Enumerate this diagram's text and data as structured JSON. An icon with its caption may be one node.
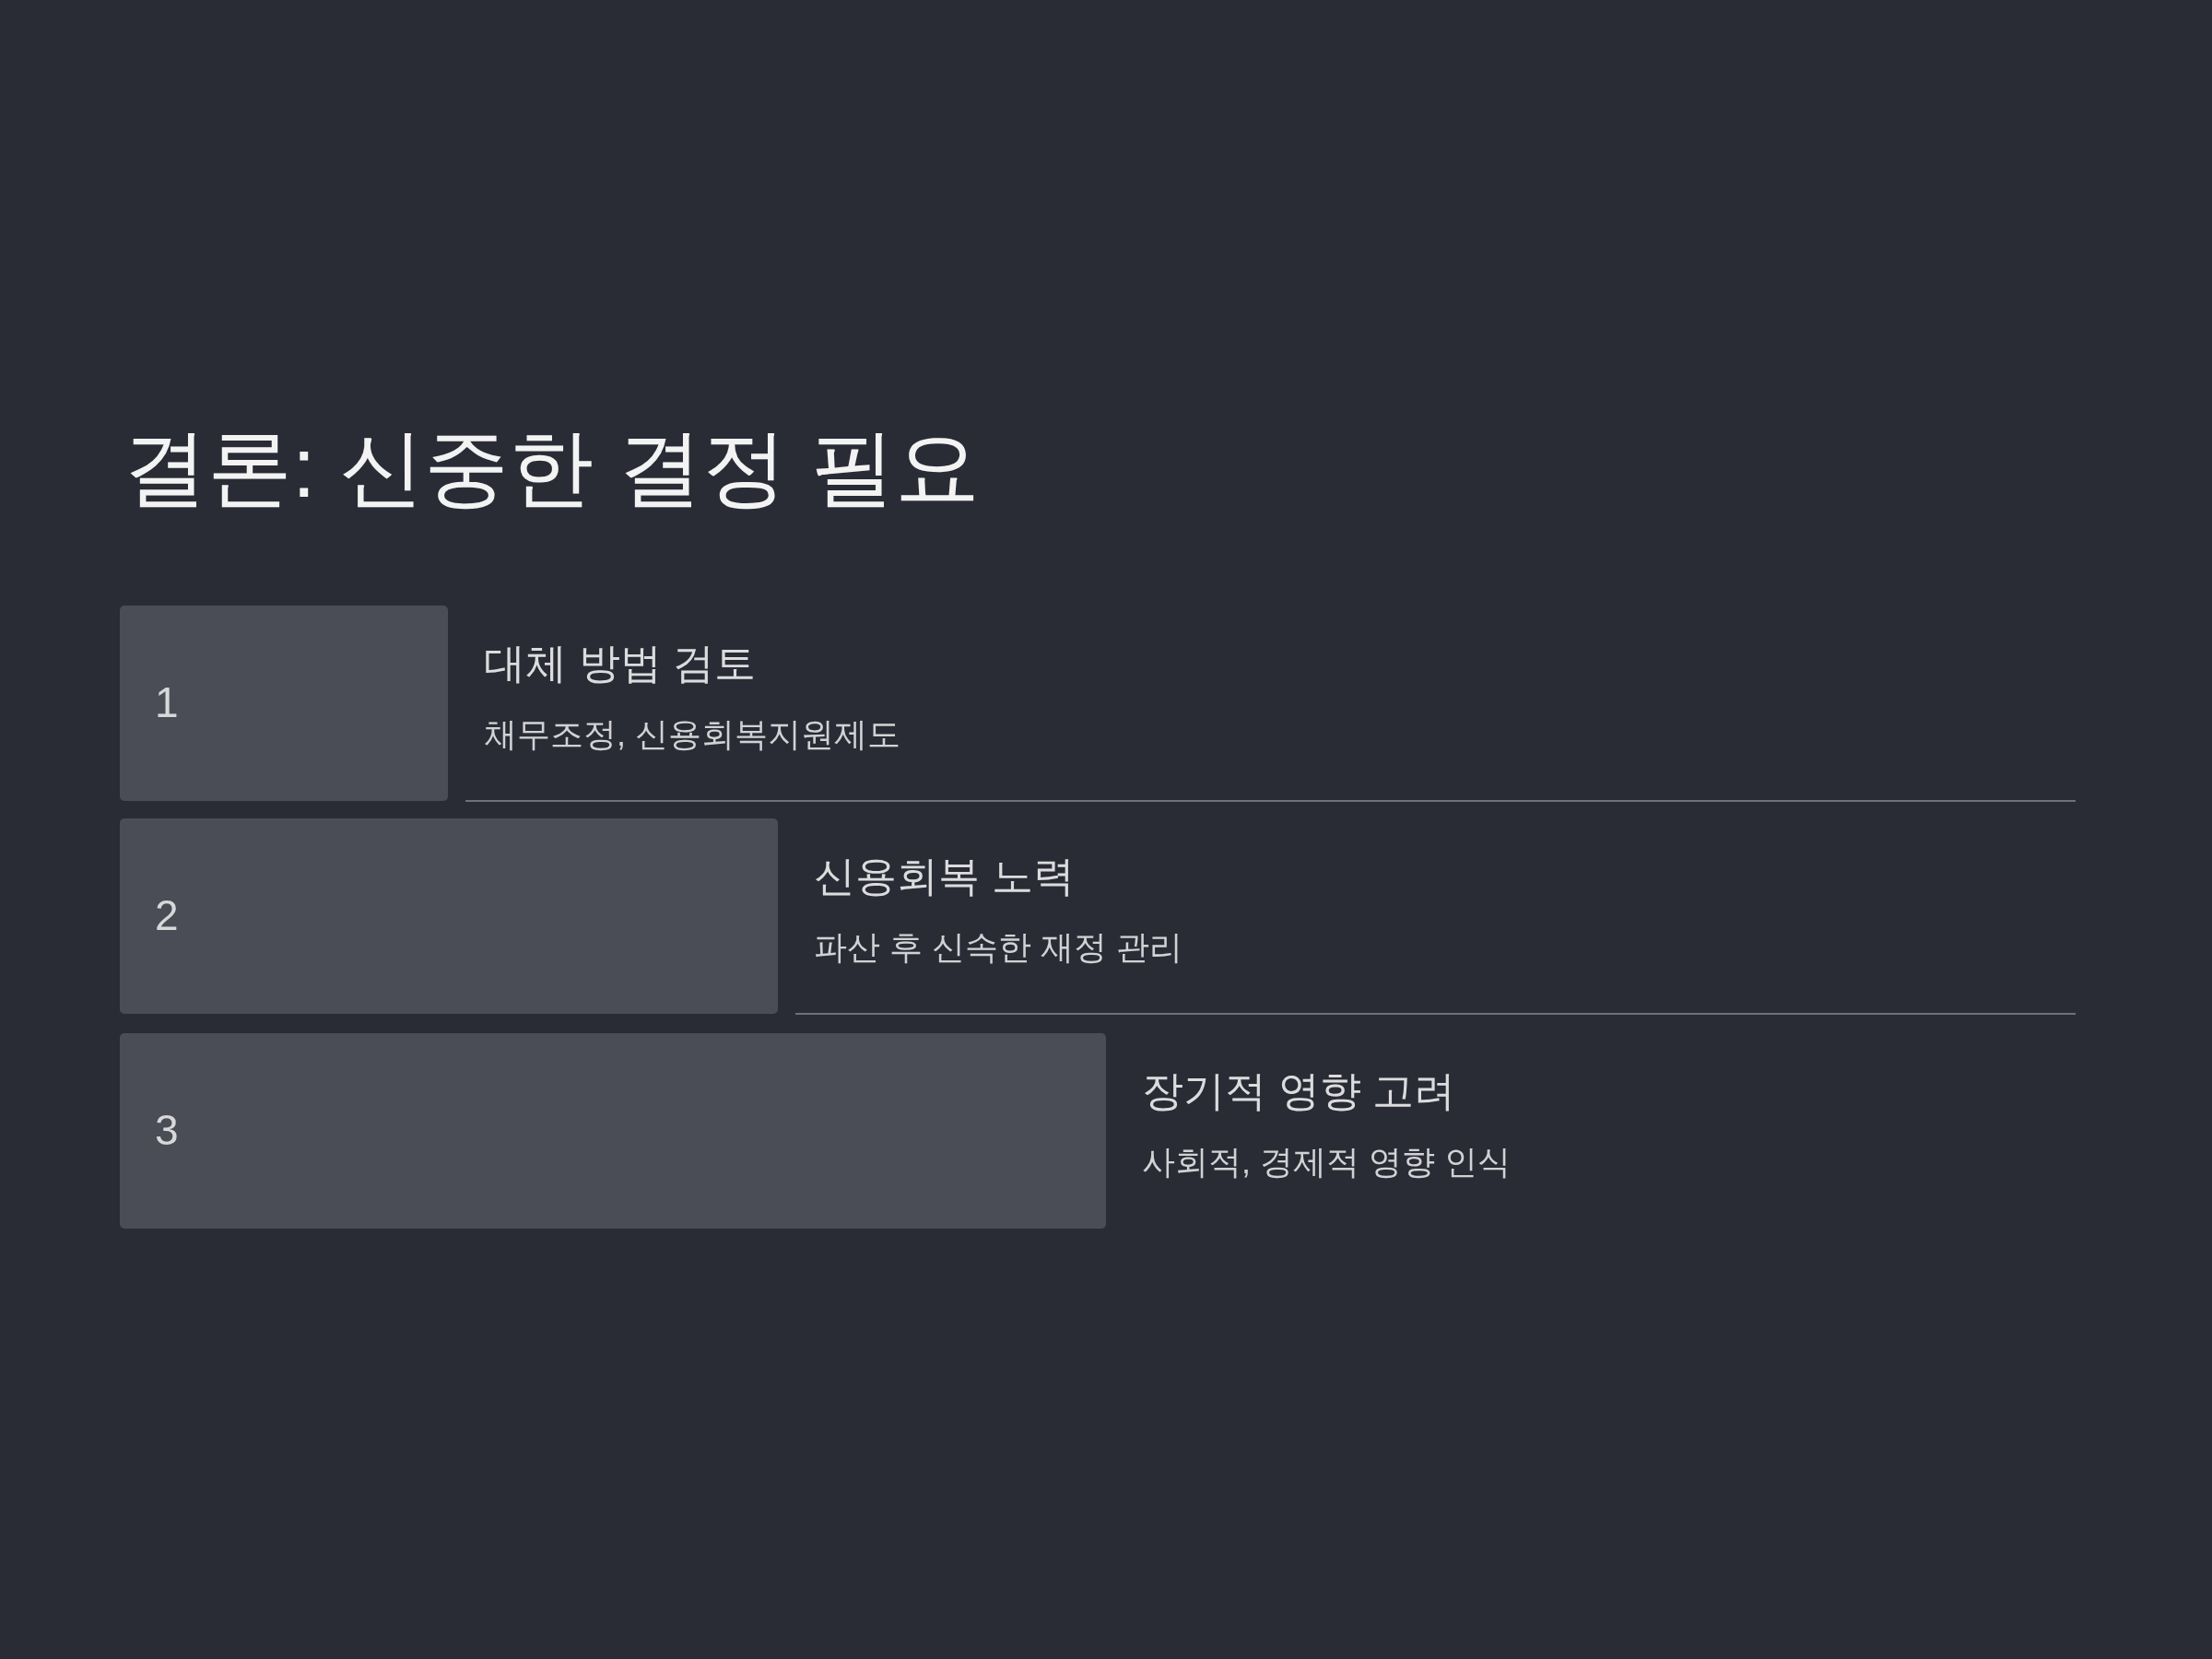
{
  "diagram": {
    "title": "결론: 신중한 결정 필요",
    "nodes": [
      {
        "text": [
          "1"
        ],
        "beside": [
          "대체 방법 검토",
          "채무조정, 신용회복지원제도"
        ]
      },
      {
        "text": [
          "2"
        ],
        "beside": [
          "신용회복 노력",
          "파산 후 신속한 재정 관리"
        ]
      },
      {
        "text": [
          "3"
        ],
        "beside": [
          "장기적 영향 고려",
          "사회적, 경제적 영향 인식"
        ]
      }
    ]
  }
}
